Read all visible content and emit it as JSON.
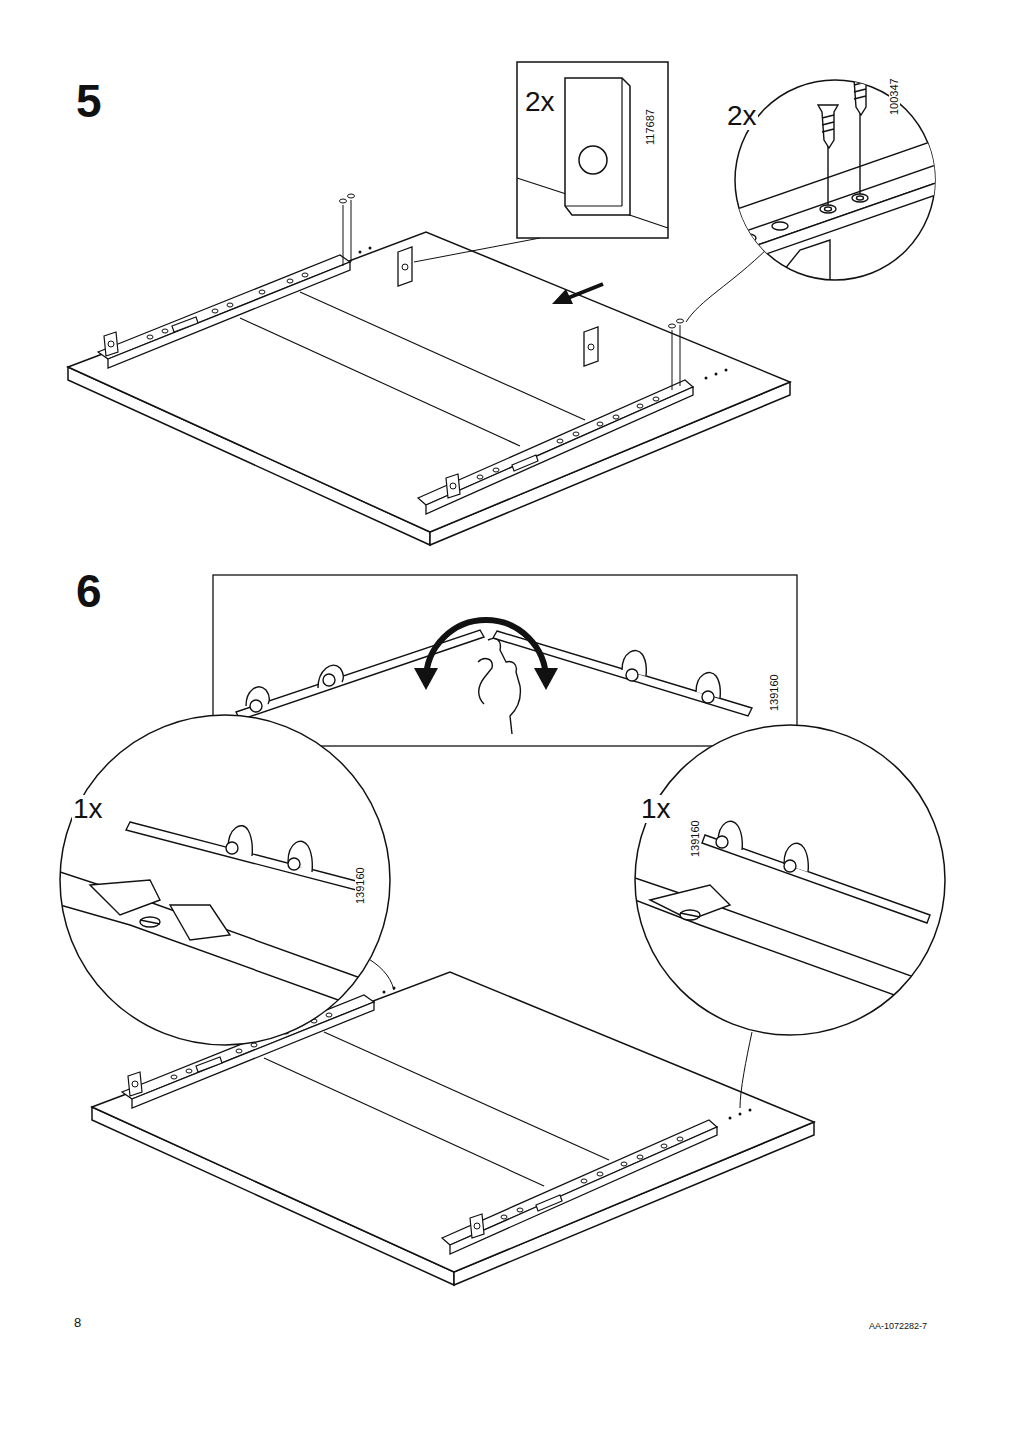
{
  "diagram": {
    "labels": [
      "5",
      "2x",
      "117687",
      "2x",
      "100347",
      "6",
      "139160",
      "1x",
      "139160",
      "1x",
      "139160",
      "8",
      "AA-1072282-7"
    ]
  }
}
